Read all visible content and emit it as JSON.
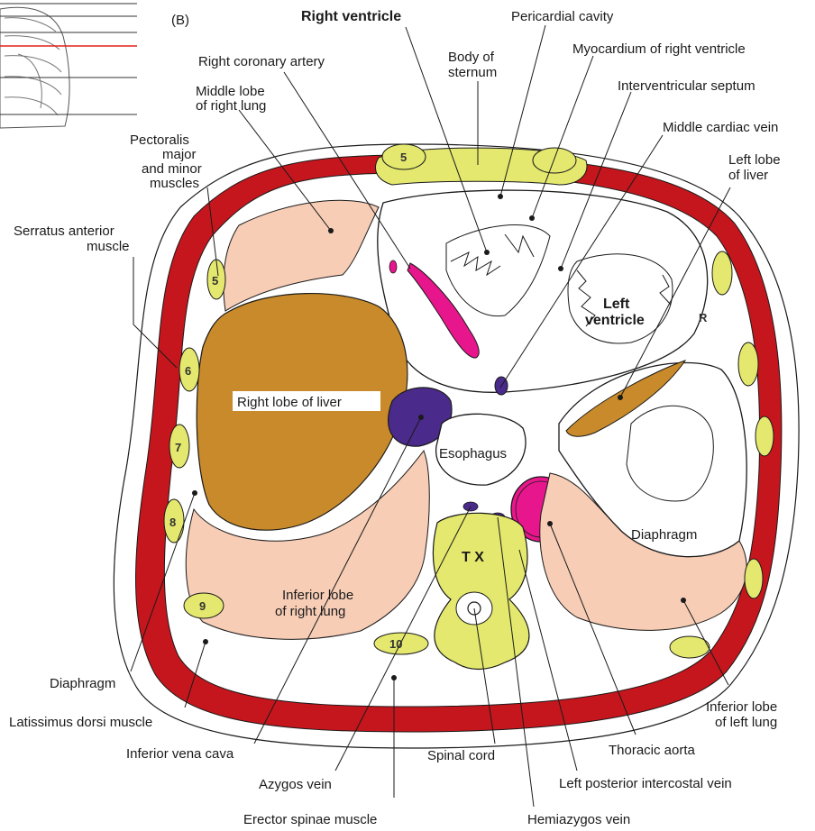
{
  "panel": "(B)",
  "colors": {
    "muscle": "#c4161c",
    "liver": "#c88a2a",
    "lung": "#f7cdb6",
    "bone": "#e4e86e",
    "ivc": "#4a2a8a",
    "aorta": "#e8168c",
    "outline": "#1a1a1a"
  },
  "labels": {
    "right_ventricle": "Right ventricle",
    "pericardial_cavity": "Pericardial cavity",
    "right_coronary_artery": "Right coronary artery",
    "body_of_sternum_1": "Body of",
    "body_of_sternum_2": "sternum",
    "myocardium_rv": "Myocardium of right ventricle",
    "middle_lobe_1": "Middle lobe",
    "middle_lobe_2": "of right lung",
    "interventricular_septum": "Interventricular septum",
    "middle_cardiac_vein": "Middle cardiac vein",
    "pectoralis_1": "Pectoralis",
    "pectoralis_2": "major",
    "pectoralis_3": "and minor",
    "pectoralis_4": "muscles",
    "left_lobe_liver_1": "Left lobe",
    "left_lobe_liver_2": "of liver",
    "serratus_1": "Serratus anterior",
    "serratus_2": "muscle",
    "left_ventricle_1": "Left",
    "left_ventricle_2": "ventricle",
    "right_lobe_liver": "Right lobe of liver",
    "esophagus": "Esophagus",
    "diaphragm_left": "Diaphragm",
    "tx": "T X",
    "inferior_lobe_right_1": "Inferior lobe",
    "inferior_lobe_right_2": "of right lung",
    "diaphragm": "Diaphragm",
    "latissimus": "Latissimus dorsi muscle",
    "inferior_vena_cava": "Inferior vena cava",
    "spinal_cord": "Spinal cord",
    "thoracic_aorta": "Thoracic aorta",
    "inferior_lobe_left_1": "Inferior lobe",
    "inferior_lobe_left_2": "of left lung",
    "azygos_vein": "Azygos vein",
    "left_posterior_intercostal_vein": "Left posterior intercostal vein",
    "erector_spinae": "Erector spinae muscle",
    "hemiazygos_vein": "Hemiazygos vein",
    "lv_mark": "R"
  },
  "rib_numbers": [
    "5",
    "5",
    "6",
    "7",
    "8",
    "9",
    "10"
  ]
}
